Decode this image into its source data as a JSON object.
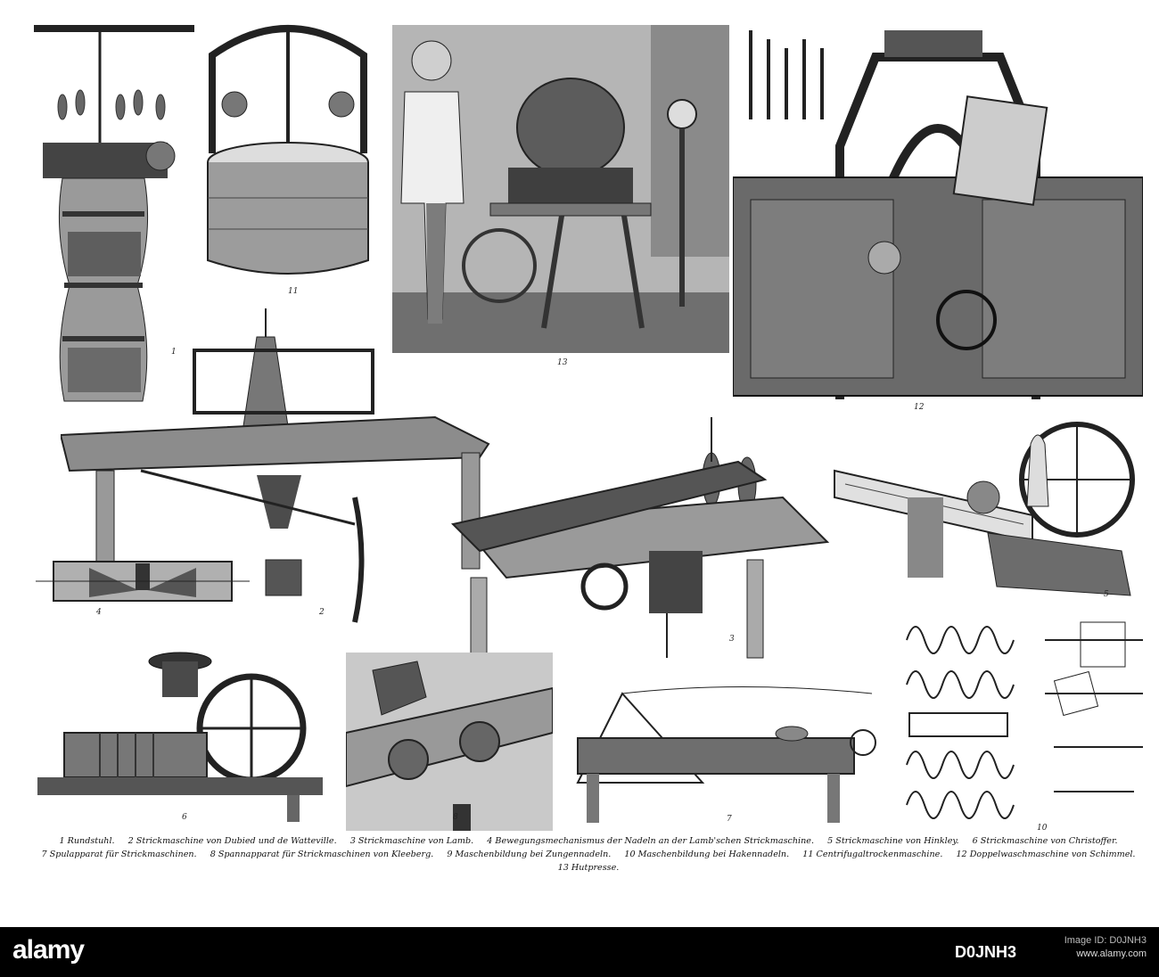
{
  "figure_numbers": {
    "f1": "1",
    "f2": "2",
    "f3": "3",
    "f4": "4",
    "f5": "5",
    "f6": "6",
    "f7": "7",
    "f8": "8",
    "f10": "10",
    "f11": "11",
    "f12": "12",
    "f13": "13"
  },
  "caption": {
    "line1": [
      "1 Rundstuhl.",
      "2 Strickmaschine von Dubied und de Watteville.",
      "3 Strickmaschine von Lamb.",
      "4 Bewegungsmechanismus der Nadeln an der Lamb'schen Strickmaschine.",
      "5 Strickmaschine von Hinkley.",
      "6 Strickmaschine von Christoffer."
    ],
    "line2": [
      "7 Spulapparat für Strickmaschinen.",
      "8 Spannapparat für Strickmaschinen von Kleeberg.",
      "9 Maschenbildung bei Zungennadeln.",
      "10 Maschenbildung bei Hakennadeln.",
      "11 Centrifugaltrockenmaschine.",
      "12 Doppelwaschmaschine von Schimmel."
    ],
    "line3": "13 Hutpresse."
  },
  "stock_bar": {
    "logo": "alamy",
    "image_id": "D0JNH3",
    "label": "Image ID: D0JNH3",
    "url": "www.alamy.com"
  },
  "colors": {
    "ink": "#111111",
    "paper": "#ffffff",
    "bar": "#000000"
  }
}
